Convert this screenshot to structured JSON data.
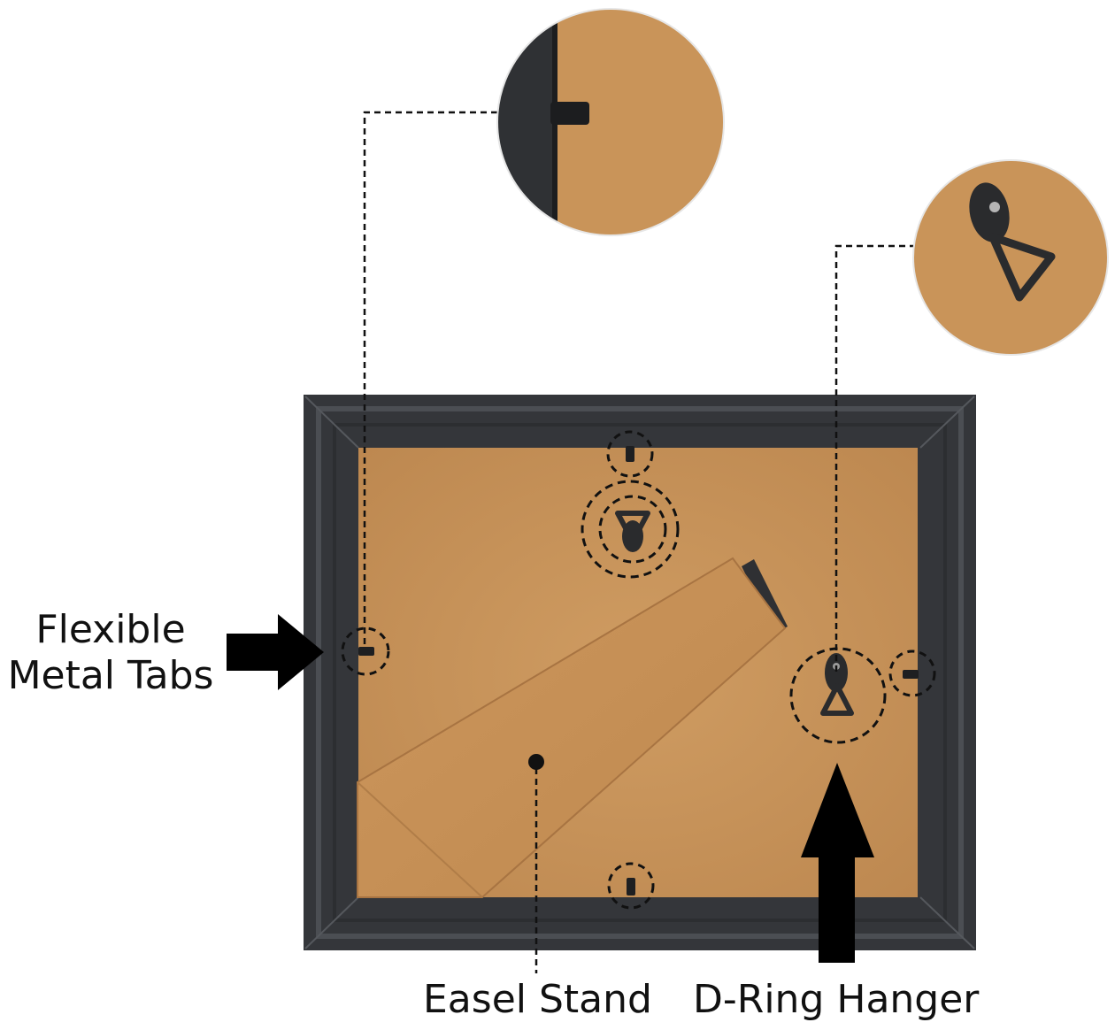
{
  "labels": {
    "flexible_metal_tabs_line1": "Flexible",
    "flexible_metal_tabs_line2": "Metal Tabs",
    "easel_stand": "Easel Stand",
    "d_ring_hanger": "D-Ring Hanger"
  },
  "colors": {
    "frame": "#3b3d41",
    "frame_highlight": "#55585d",
    "backing": "#c9955a",
    "backing_dark": "#b8844a",
    "easel": "#c68f55",
    "ink": "#111111",
    "background": "#ffffff"
  },
  "callouts": [
    {
      "name": "zoom-metal-tab",
      "depicts": "metal-tab"
    },
    {
      "name": "zoom-d-ring",
      "depicts": "d-ring-hanger"
    }
  ]
}
